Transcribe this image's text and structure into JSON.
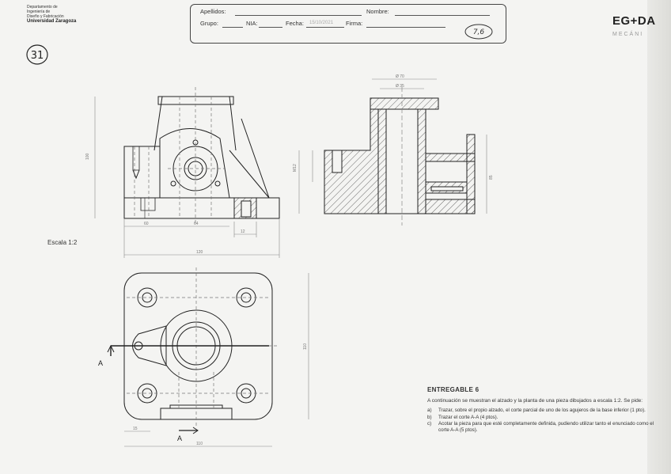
{
  "header": {
    "institution_lines": [
      "Departamento de",
      "Ingeniería de",
      "Diseño y Fabricación"
    ],
    "university": "Universidad Zaragoza",
    "form": {
      "apellidos_label": "Apellidos:",
      "nombre_label": "Nombre:",
      "grupo_label": "Grupo:",
      "nia_label": "NIA:",
      "fecha_label": "Fecha:",
      "fecha_value": "15/10/2021",
      "firma_label": "Firma:",
      "grade_mark": "7,6"
    },
    "brand": "EG+DA",
    "brand_sub": "MECÁNI"
  },
  "sheet_number": "31",
  "scale_label": "Escala 1:2",
  "section_letter": "A",
  "dimensions": {
    "front_total_width": "120",
    "front_left": "60",
    "front_mid": "64",
    "front_height": "100",
    "side_top_outer": "Ø 70",
    "side_top_inner": "Ø 35",
    "side_height": "85",
    "plan_height": "110",
    "plan_width": "110",
    "small_a": "12",
    "small_b": "M12",
    "plan_left": "15"
  },
  "task": {
    "title": "ENTREGABLE 6",
    "intro": "A continuación se muestran el alzado y la planta de una pieza dibujados a escala 1:2. Se pide:",
    "items": [
      {
        "key": "a)",
        "text": "Trazar, sobre el propio alzado, el corte parcial de uno de los agujeros de la base inferior (1 pto)."
      },
      {
        "key": "b)",
        "text": "Trazar el corte A-A (4 ptos)."
      },
      {
        "key": "c)",
        "text": "Acotar la pieza para que esté completamente definida, pudiendo utilizar tanto el enunciado como el corte A-A (5 ptos)."
      }
    ]
  }
}
